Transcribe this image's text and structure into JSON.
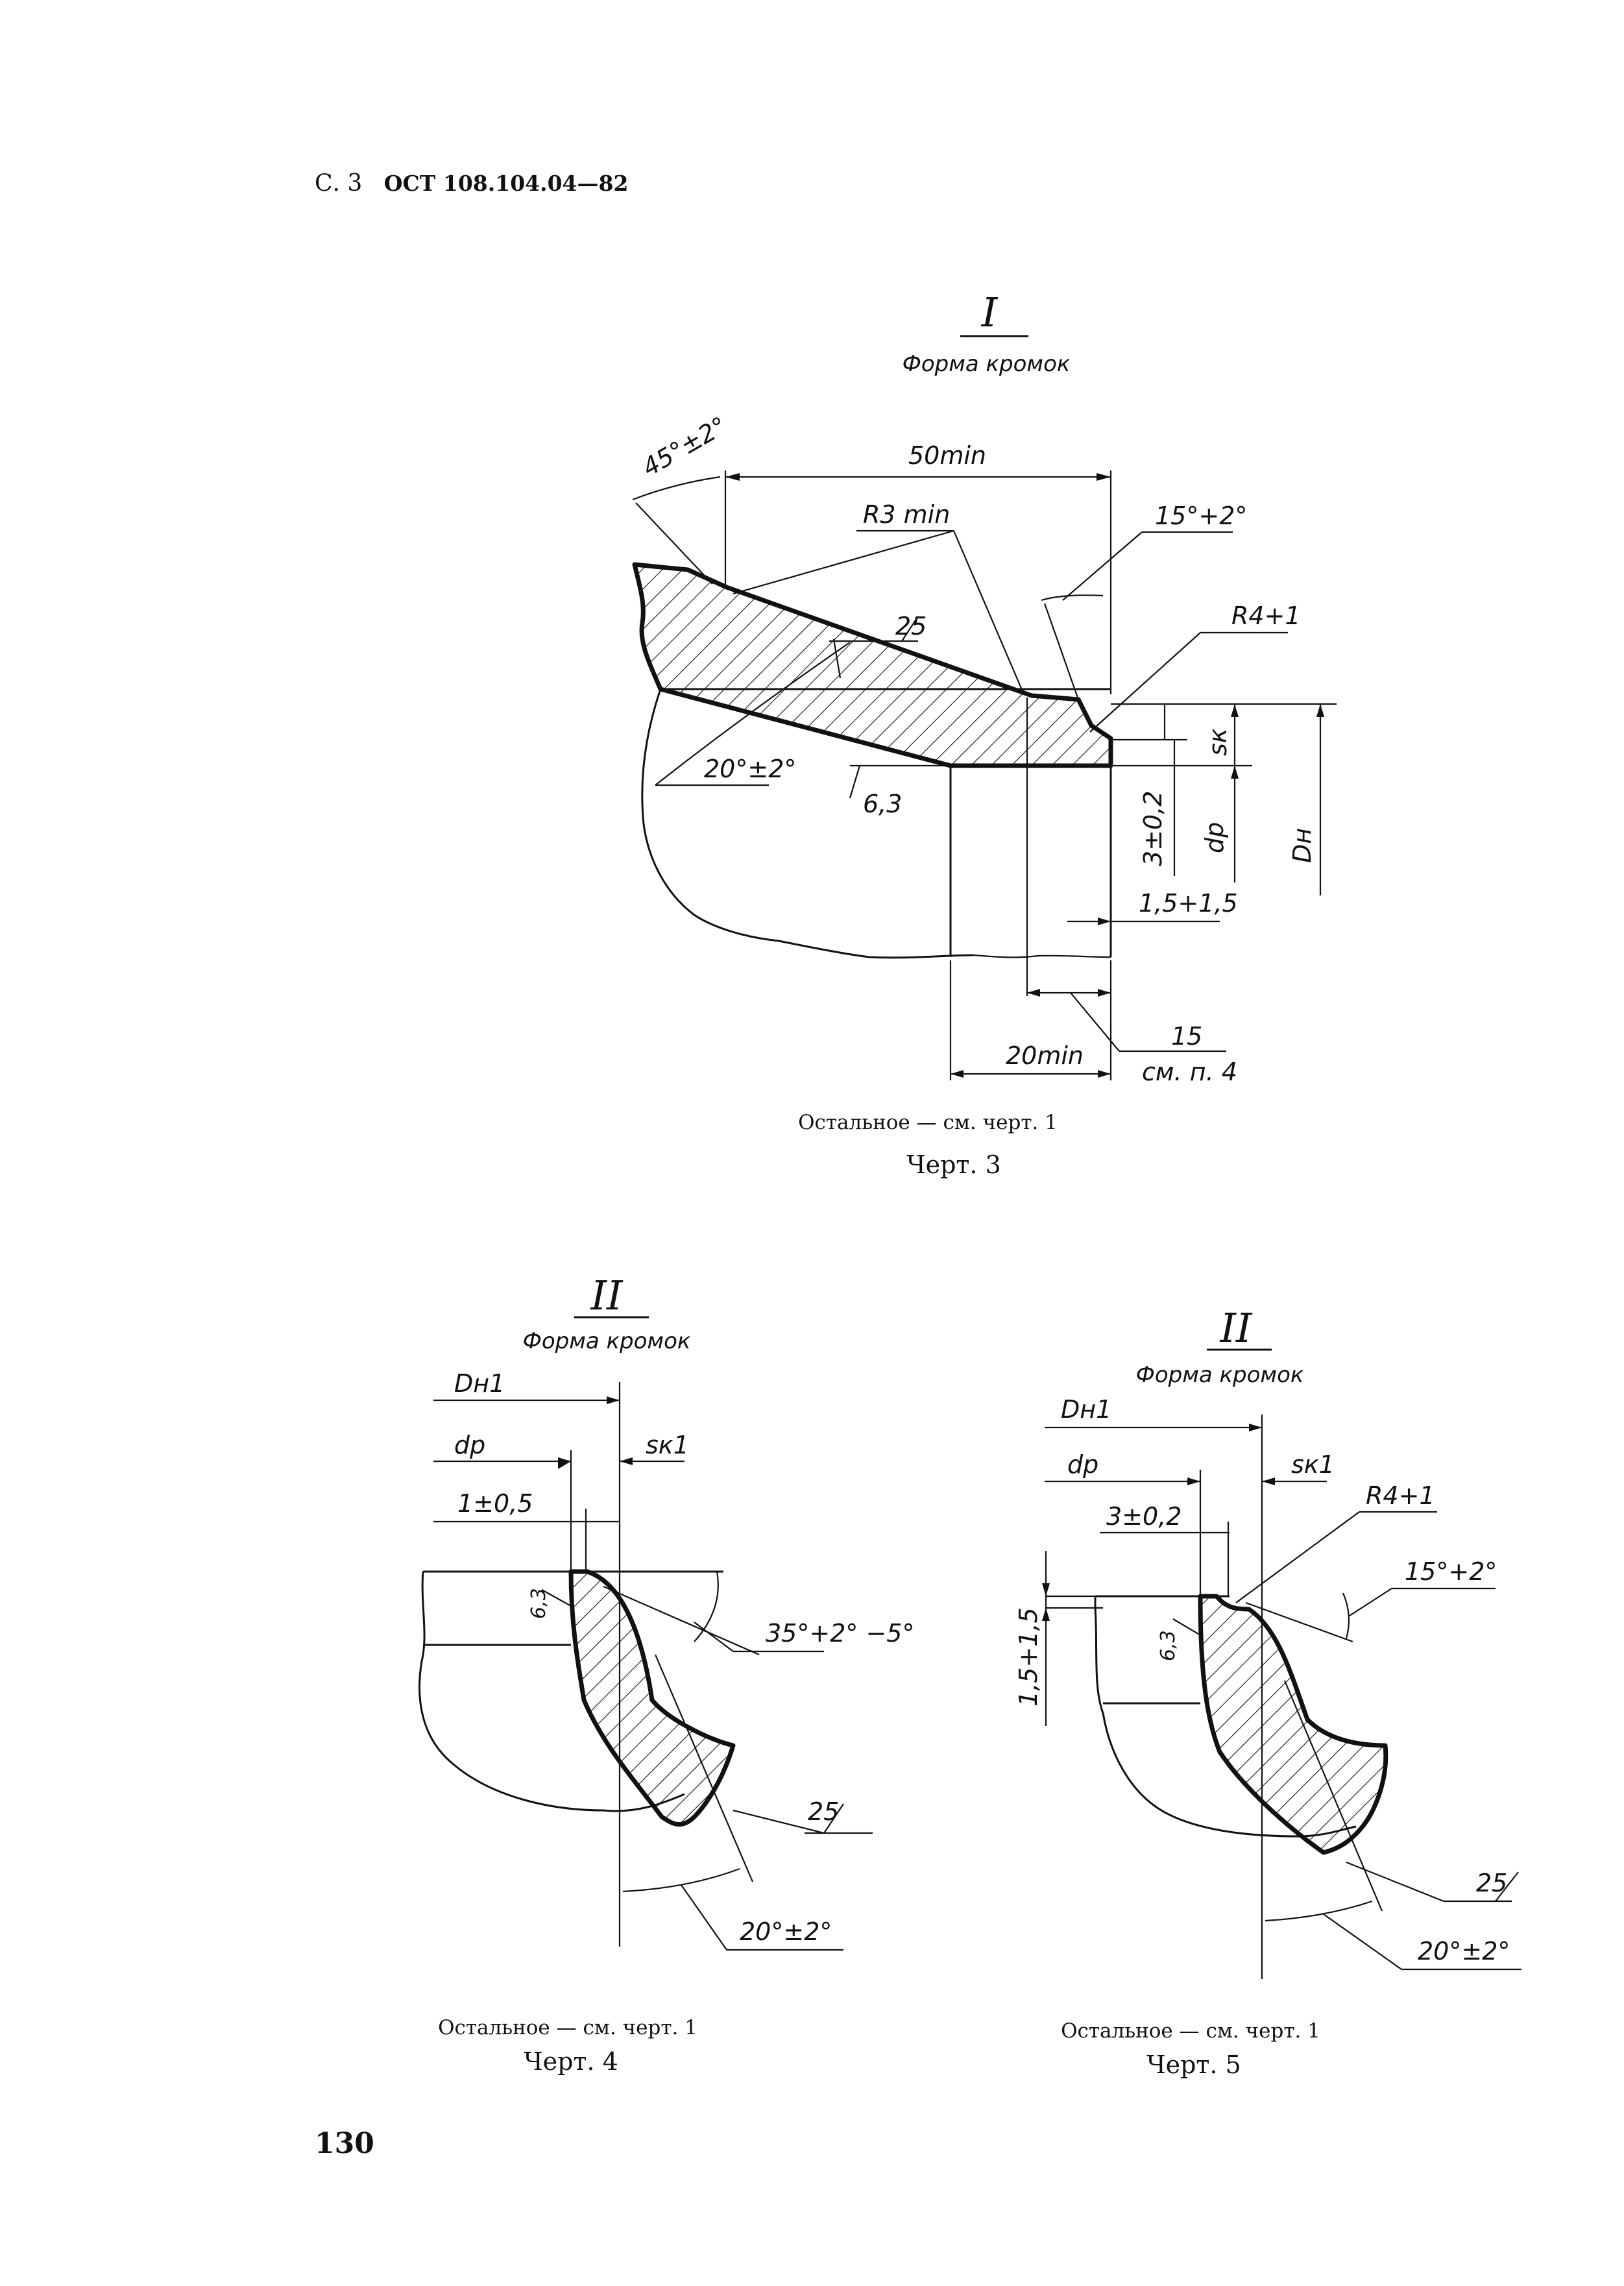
{
  "header": {
    "page_label": "С. 3",
    "standard": "ОСТ 108.104.04—82"
  },
  "page_number": "130",
  "figure3": {
    "roman": "I",
    "subtitle": "Форма кромок",
    "dims": {
      "angle_45": "45°±2°",
      "len_50": "50min",
      "r3": "R3 min",
      "angle_15": "15°+2°",
      "r4": "R4+1",
      "rough_25": "25",
      "angle_20": "20°±2°",
      "rough_63": "6,3",
      "dim_3": "3±0,2",
      "dp": "dp",
      "sk": "sк",
      "dn": "Dн",
      "dim_15b": "1,5+1,5",
      "dim_15": "15",
      "ref_p4": "см. п. 4",
      "len_20": "20min"
    },
    "note": "Остальное — см. черт. 1",
    "caption": "Черт. 3"
  },
  "figure4": {
    "roman": "II",
    "subtitle": "Форма кромок",
    "dims": {
      "dn1": "Dн1",
      "dp": "dp",
      "sk1": "sк1",
      "dim_1": "1±0,5",
      "angle_35": "35°+2° −5°",
      "rough_63": "6,3",
      "rough_25": "25",
      "angle_20": "20°±2°"
    },
    "note": "Остальное — см. черт. 1",
    "caption": "Черт. 4"
  },
  "figure5": {
    "roman": "II",
    "subtitle": "Форма кромок",
    "dims": {
      "dn1": "Dн1",
      "dp": "dp",
      "sk1": "sк1",
      "r4": "R4+1",
      "dim_3": "3±0,2",
      "angle_15": "15°+2°",
      "dim_15": "1,5+1,5",
      "rough_63": "6,3",
      "rough_25": "25",
      "angle_20": "20°±2°"
    },
    "note": "Остальное — см. черт. 1",
    "caption": "Черт. 5"
  }
}
